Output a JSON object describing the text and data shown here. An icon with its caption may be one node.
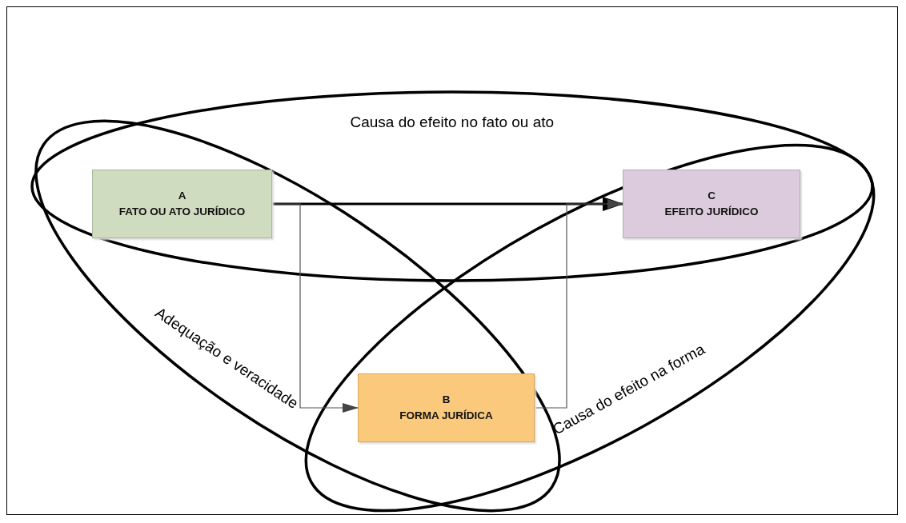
{
  "diagram": {
    "nodes": [
      {
        "text": [
          "A",
          "FATO OU ATO JURÍDICO"
        ]
      },
      {
        "text": [
          "C",
          "EFEITO JURÍDICO"
        ]
      },
      {
        "text": [
          "B",
          "FORMA JURÍDICA"
        ]
      }
    ],
    "edges": [
      {
        "from": 0,
        "to": 1,
        "arrow": "to",
        "style": "thick"
      },
      {
        "from": 0,
        "to": 2,
        "arrow": "to"
      },
      {
        "from": 2,
        "to": 1,
        "arrow": "to"
      }
    ],
    "labels": [
      "Causa do efeito no fato ou ato",
      "Adequação e veracidade",
      "Causa do efeito na forma"
    ]
  }
}
